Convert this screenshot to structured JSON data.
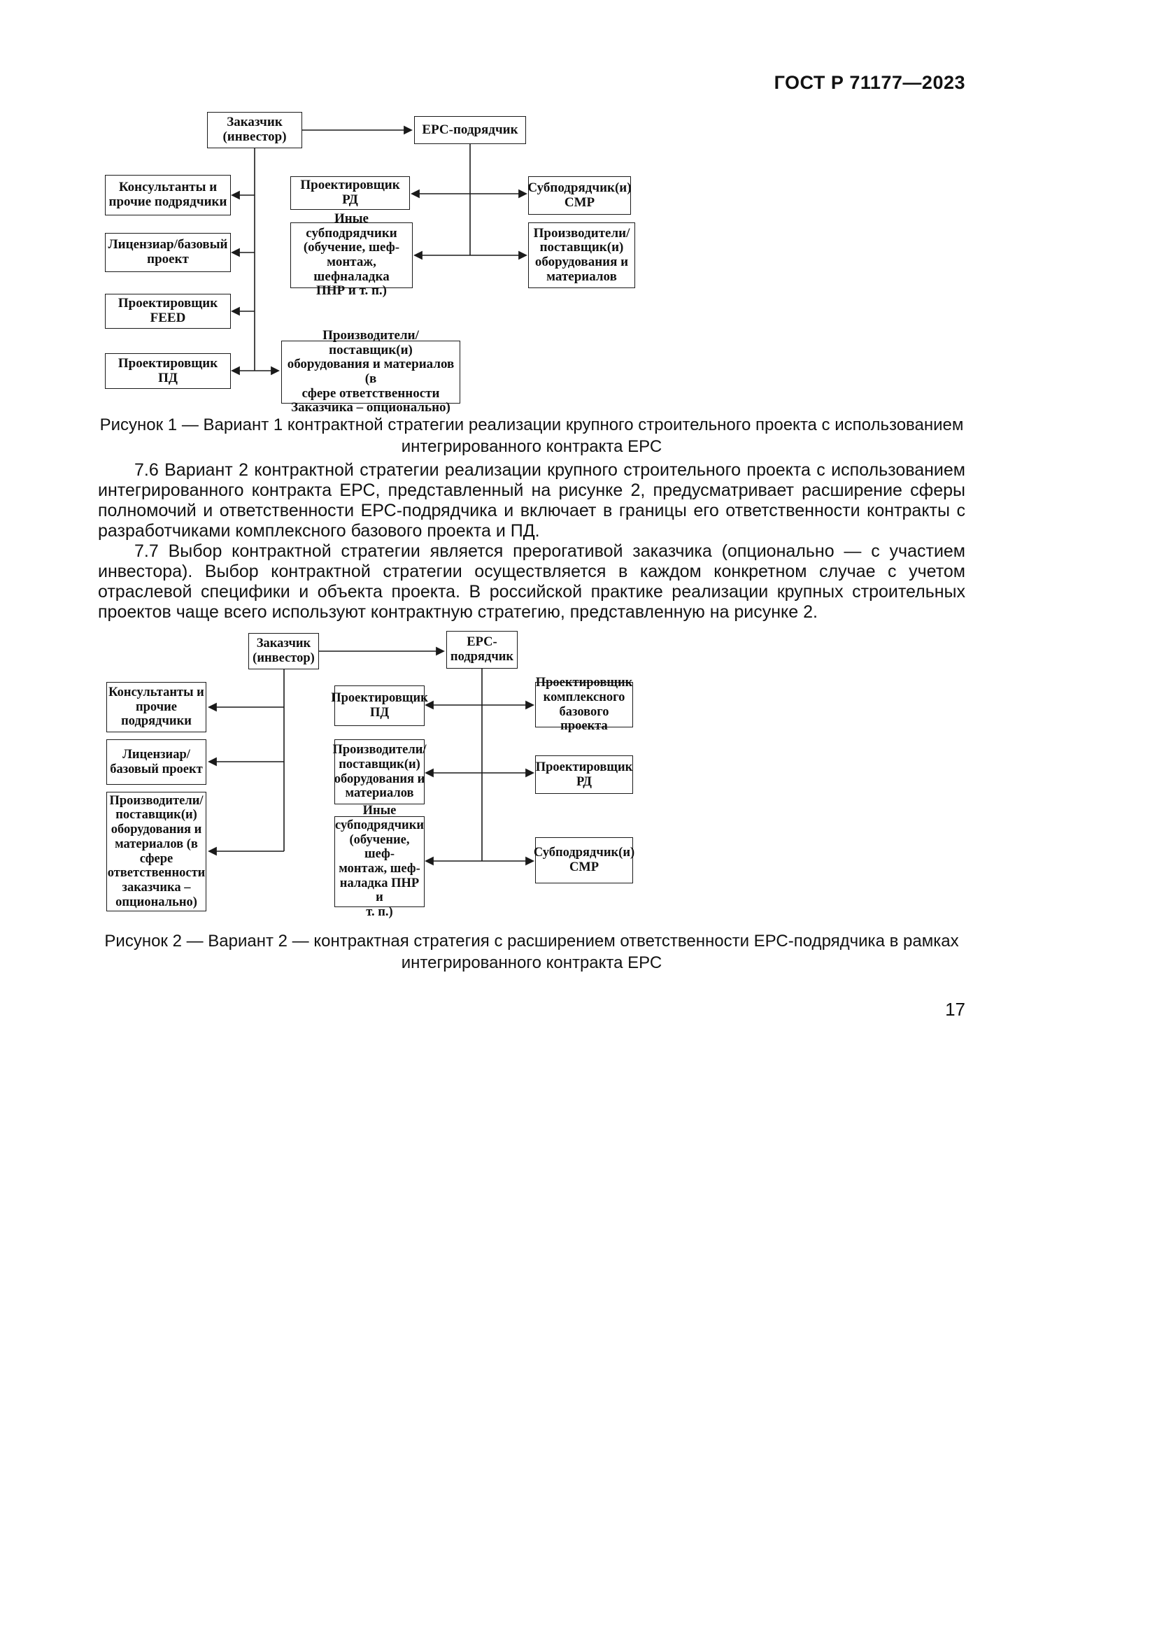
{
  "header": {
    "doc_code": "ГОСТ Р 71177—2023"
  },
  "figure1": {
    "boxes": {
      "customer": "Заказчик\n(инвестор)",
      "epc": "ЕРС-подрядчик",
      "consultants": "Консультанты и\nпрочие подрядчики",
      "licensor": "Лицензиар/базовый\nпроект",
      "feed": "Проектировщик FEED",
      "pd": "Проектировщик ПД",
      "rd": "Проектировщик РД",
      "other_subcontractors": "Иные субподрядчики\n(обучение, шеф-\nмонтаж, шефналадка\nПНР и т. п.)",
      "producers_optional": "Производители/поставщик(и)\nоборудования и материалов (в\nсфере ответственности\nЗаказчика – опционально)",
      "smr": "Субподрядчик(и)\nСМР",
      "producers": "Производители/\nпоставщик(и)\nоборудования и\nматериалов"
    },
    "caption": "Рисунок 1 — Вариант 1 контрактной стратегии реализации крупного строительного проекта с использованием\nинтегрированного контракта ЕРС"
  },
  "body": {
    "p76": "7.6 Вариант 2 контрактной стратегии реализации крупного строительного проекта с использованием интегрированного контракта ЕРС, представленный на рисунке 2, предусматривает расширение сферы полномочий и ответственности ЕРС-подрядчика и включает в границы его ответственности контракты с разработчиками комплексного базового проекта и ПД.",
    "p77": "7.7 Выбор контрактной стратегии является прерогативой заказчика (опционально — с участием инвестора). Выбор контрактной стратегии осуществляется в каждом конкретном случае с учетом отраслевой специфики и объекта проекта. В российской практике реализации крупных строительных проектов чаще всего используют контрактную стратегию, представленную на рисунке 2."
  },
  "figure2": {
    "boxes": {
      "customer": "Заказчик\n(инвестор)",
      "epc": "ЕРС-\nподрядчик",
      "consultants": "Консультанты и\nпрочие\nподрядчики",
      "licensor": "Лицензиар/\nбазовый проект",
      "producers_optional": "Производители/\nпоставщик(и)\nоборудования и\nматериалов (в\nсфере\nответственности\nзаказчика –\nопционально)",
      "pd": "Проектировщик\nПД",
      "producers": "Производители/\nпоставщик(и)\nоборудования и\nматериалов",
      "other_subcontractors": "Иные\nсубподрядчики\n(обучение, шеф-\nмонтаж, шеф-\nналадка ПНР и\nт. п.)",
      "complex_base_designer": "Проектировщик\nкомплексного\nбазового проекта",
      "rd": "Проектировщик\nРД",
      "smr": "Субподрядчик(и)\nСМР"
    },
    "caption": "Рисунок 2 — Вариант 2 — контрактная стратегия с расширением ответственности ЕРС-подрядчика в рамках\nинтегрированного контракта ЕРС"
  },
  "footer": {
    "page_number": "17"
  }
}
